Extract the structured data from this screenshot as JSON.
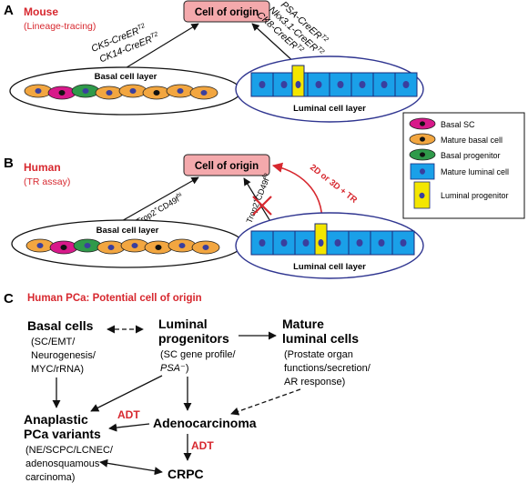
{
  "panels": {
    "a": {
      "letter": "A",
      "species": "Mouse",
      "method": "(Lineage-tracing)",
      "origin_box": "Cell of origin",
      "basal_drivers": [
        "CK5-CreER",
        "CK14-CreER"
      ],
      "basal_sup": "T2",
      "luminal_drivers": [
        "PSA-CreER",
        "Nkx3.1-CreER",
        "CK8-CreER"
      ],
      "luminal_sup": "T2",
      "basal_layer": "Basal cell layer",
      "luminal_layer": "Luminal cell layer"
    },
    "b": {
      "letter": "B",
      "species": "Human",
      "method": "(TR assay)",
      "origin_box": "Cell of origin",
      "basal_marker": "Trop2",
      "basal_marker_sup": "+",
      "basal_marker_mid": "CD49f",
      "basal_marker_sup2": "hi",
      "luminal_marker": "Trop2",
      "luminal_marker_sup": "+",
      "luminal_marker_mid": "CD49f",
      "luminal_marker_sup2": "lo",
      "culture_label": "2D or 3D + TR",
      "basal_layer": "Basal cell layer",
      "luminal_layer": "Luminal cell layer"
    },
    "c": {
      "letter": "C",
      "title": "Human PCa: Potential cell of origin",
      "basal_cells": {
        "title": "Basal cells",
        "lines": [
          "(SC/EMT/",
          "Neurogenesis/",
          "MYC/rRNA)"
        ]
      },
      "luminal_progenitors": {
        "title": [
          "Luminal",
          "progenitors"
        ],
        "lines": [
          "(SC gene profile/",
          "PSA",
          "⁻)"
        ]
      },
      "mature_luminal": {
        "title": [
          "Mature",
          "luminal cells"
        ],
        "lines": [
          "(Prostate organ",
          "functions/secretion/",
          "AR response)"
        ]
      },
      "anaplastic": {
        "title": [
          "Anaplastic",
          "PCa variants"
        ],
        "lines": [
          "(NE/SCPC/LCNEC/",
          "adenosquamous",
          "carcinoma)"
        ]
      },
      "adenocarcinoma": "Adenocarcinoma",
      "crpc": "CRPC",
      "adt1": "ADT",
      "adt2": "ADT"
    }
  },
  "legend": [
    {
      "label": "Basal SC",
      "icon": "basal-sc-cell"
    },
    {
      "label": "Mature basal cell",
      "icon": "mature-basal-cell"
    },
    {
      "label": "Basal progenitor",
      "icon": "basal-progenitor-cell"
    },
    {
      "label": "Mature luminal cell",
      "icon": "mature-luminal-cell"
    },
    {
      "label": "Luminal progenitor",
      "icon": "luminal-progenitor-cell"
    }
  ],
  "colors": {
    "origin_box": "#f4a9ac",
    "mature_basal": "#f2a640",
    "basal_sc": "#d8198a",
    "basal_progenitor": "#2f9a4a",
    "mature_luminal": "#1aa0e8",
    "luminal_progenitor": "#f3e600",
    "nucleus": "#3a3f9e",
    "accent_red": "#d7282f",
    "membrane": "#2f3590"
  }
}
